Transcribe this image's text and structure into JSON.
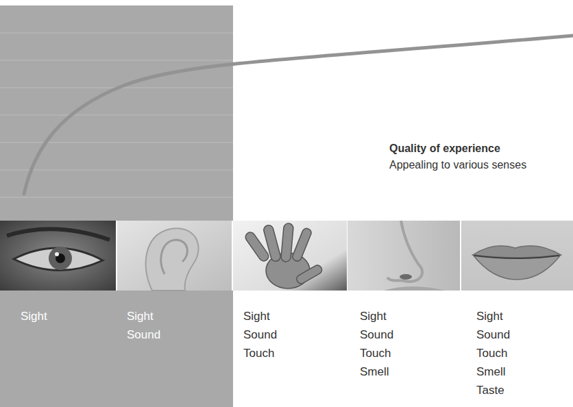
{
  "diagram": {
    "labels": [
      "Quality of experience",
      "Appealing to various senses",
      "Sight",
      "Sight",
      "Sound",
      "Sight",
      "Sound",
      "Touch",
      "Sight",
      "Sound",
      "Touch",
      "Smell",
      "Sight",
      "Sound",
      "Touch",
      "Smell",
      "Taste"
    ]
  }
}
